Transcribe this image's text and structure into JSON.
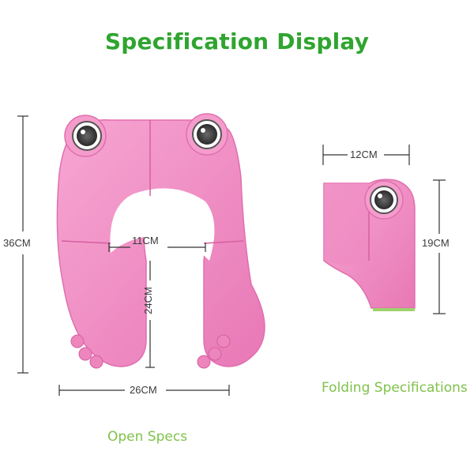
{
  "title": "Specification Display",
  "dimensions": {
    "open_height": "36CM",
    "inner_width": "11CM",
    "inner_height": "24CM",
    "open_width": "26CM",
    "folded_width": "12CM",
    "folded_height": "19CM"
  },
  "captions": {
    "open": "Open Specs",
    "folding": "Folding Specifications"
  },
  "colors": {
    "title": "#2fa52f",
    "caption": "#7fc24a",
    "seat": "#f08ec2",
    "seat_shade": "#e06fae"
  }
}
